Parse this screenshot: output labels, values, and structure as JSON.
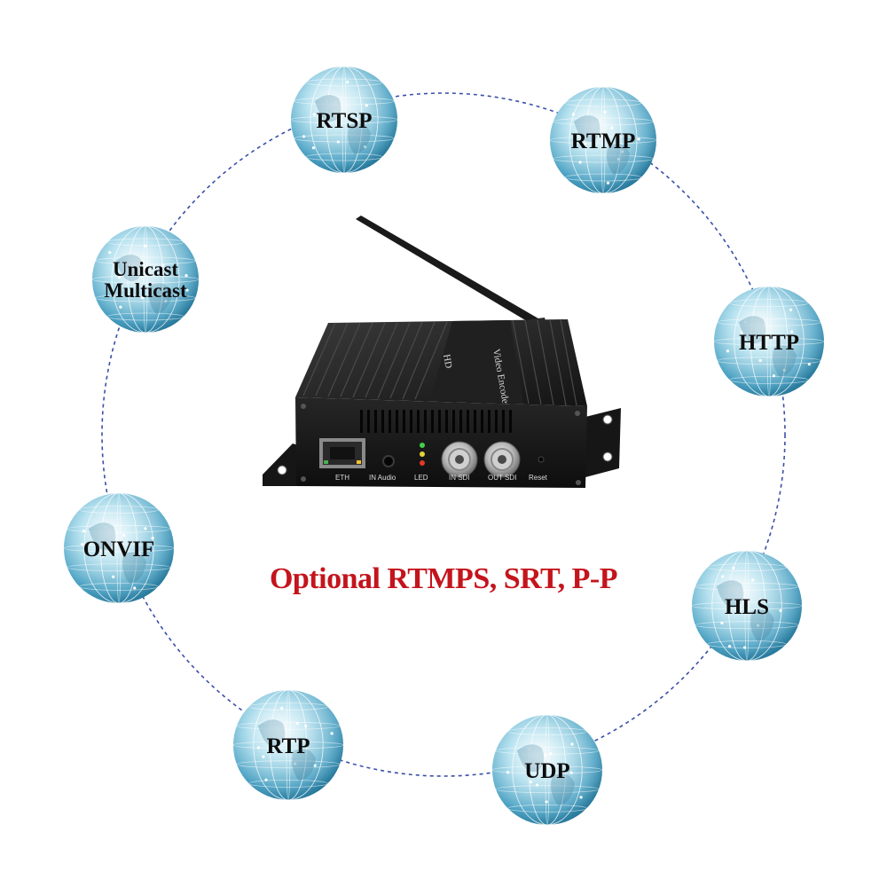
{
  "protocols": [
    {
      "id": "rtsp",
      "lines": [
        "RTSP"
      ]
    },
    {
      "id": "rtmp",
      "lines": [
        "RTMP"
      ]
    },
    {
      "id": "http",
      "lines": [
        "HTTP"
      ]
    },
    {
      "id": "hls",
      "lines": [
        "HLS"
      ]
    },
    {
      "id": "udp",
      "lines": [
        "UDP"
      ]
    },
    {
      "id": "rtp",
      "lines": [
        "RTP"
      ]
    },
    {
      "id": "onvif",
      "lines": [
        "ONVIF"
      ]
    },
    {
      "id": "unicast-multicast",
      "lines": [
        "Unicast",
        "Multicast"
      ]
    }
  ],
  "device": {
    "top_label": "HD",
    "top_label_2": "Video Encoder",
    "ports": {
      "eth": "ETH",
      "audio": "IN Audio",
      "led": "LED",
      "sdi_in": "IN SDI",
      "sdi_out": "OUT SDI",
      "reset": "Reset"
    }
  },
  "caption": "Optional RTMPS, SRT, P-P",
  "colors": {
    "ring": "#3a4fa8",
    "caption": "#c4141c",
    "globe_light": "#e6f6fb",
    "globe_mid": "#7cc4dc",
    "globe_dark": "#2e7da0",
    "device_body": "#1b1b1b"
  }
}
